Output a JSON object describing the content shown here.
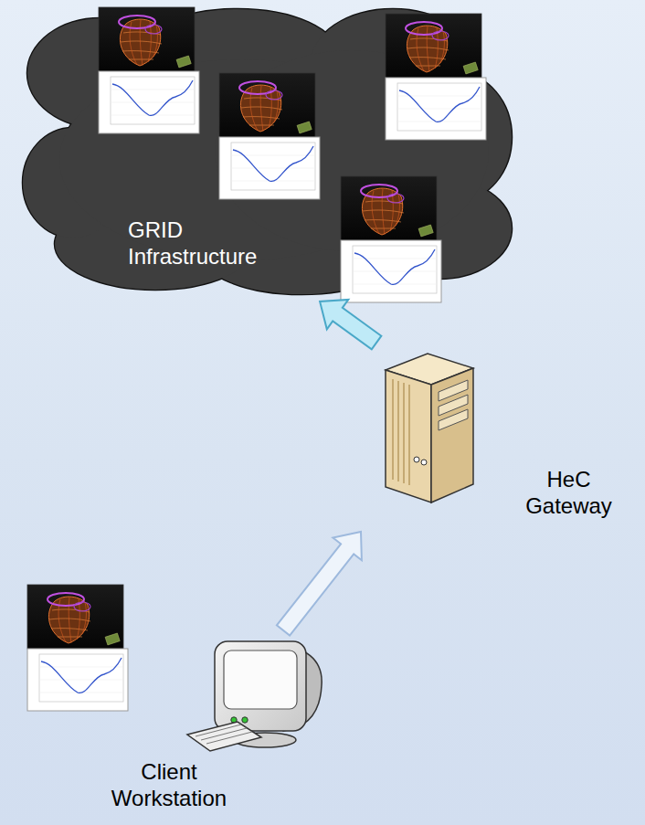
{
  "diagram": {
    "nodes": [
      {
        "text": [
          "GRID Infrastructure"
        ]
      },
      {
        "text": [
          "HeC Gateway"
        ]
      },
      {
        "text": [
          "Client Workstation"
        ]
      }
    ],
    "edges": [
      {
        "from": 2,
        "to": 1,
        "arrow": "to"
      },
      {
        "from": 1,
        "to": 0,
        "arrow": "to"
      }
    ]
  }
}
